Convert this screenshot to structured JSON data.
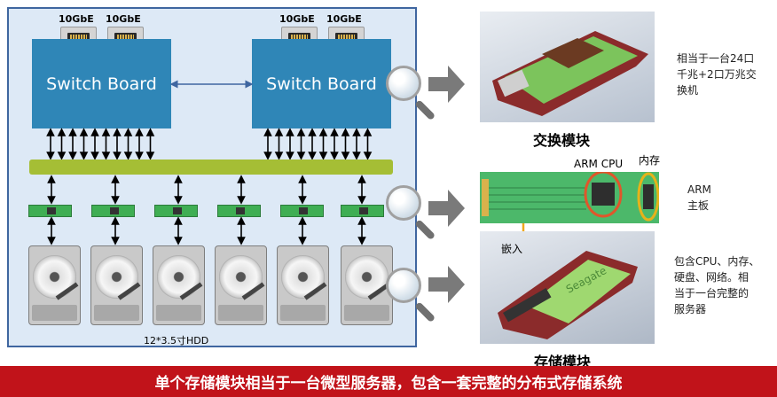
{
  "system": {
    "port_label": "10GbE",
    "switch_board_label": "Switch Board",
    "hdd_caption": "12*3.5寸HDD"
  },
  "switch_module": {
    "title": "交换模块",
    "description_lines": [
      "相当于一台24口",
      "千兆+2口万兆交",
      "换机"
    ]
  },
  "arm_board": {
    "cpu_label": "ARM CPU",
    "memory_label": "内存",
    "description_lines": [
      "ARM",
      "主板"
    ],
    "embed_label": "嵌入"
  },
  "storage_module": {
    "title": "存储模块",
    "description_lines": [
      "包含CPU、内存、",
      "硬盘、网络。相",
      "当于一台完整的",
      "服务器"
    ],
    "drive_brand": "Seagate"
  },
  "banner": {
    "text": "单个存储模块相当于一台微型服务器，包含一套完整的分布式存储系统"
  },
  "colors": {
    "panel_border": "#3f66a0",
    "switch_board": "#2f86b7",
    "backplane": "#a5be35",
    "banner": "#c1131a",
    "cpu_circle": "#e0562b",
    "memory_circle": "#e7b21a",
    "embed_arrow": "#f0a81e"
  }
}
